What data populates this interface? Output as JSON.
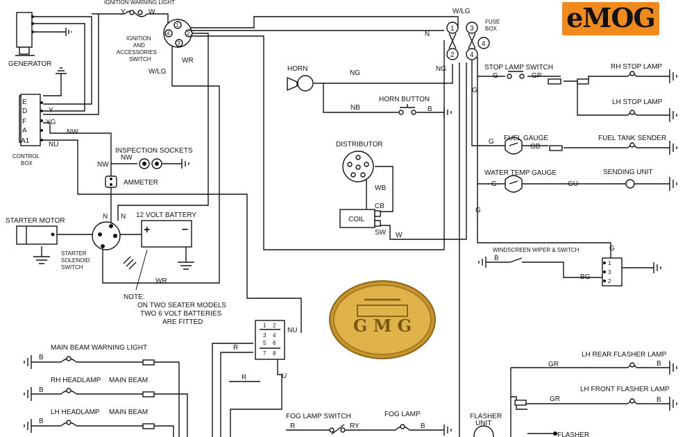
{
  "brand": {
    "text": "eMOG",
    "color": "#f08a1c"
  },
  "badge": {
    "text": "G M G",
    "color": "#d9a63a"
  },
  "components": {
    "ignition_warning_light": "IGNITION WARNING LIGHT",
    "generator": "GENERATOR",
    "ignition_switch": [
      "IGNITION",
      "AND",
      "ACCESSORIES",
      "SWITCH"
    ],
    "control_box": [
      "CONTROL",
      "BOX"
    ],
    "inspection_sockets": "INSPECTION SOCKETS",
    "ammeter": "AMMETER",
    "horn": "HORN",
    "horn_button": "HORN BUTTON",
    "distributor": "DISTRIBUTOR",
    "coil": "COIL",
    "starter_motor": "STARTER MOTOR",
    "starter_solenoid": [
      "STARTER",
      "SOLENOID",
      "SWITCH"
    ],
    "battery": "12 VOLT BATTERY",
    "note": [
      "NOTE:",
      "ON TWO SEATER MODELS",
      "TWO 6 VOLT BATTERIES",
      "ARE FITTED"
    ],
    "fuse_box": [
      "FUSE",
      "BOX"
    ],
    "stop_lamp_switch": "STOP LAMP SWITCH",
    "rh_stop_lamp": "RH STOP LAMP",
    "lh_stop_lamp": "LH STOP LAMP",
    "fuel_gauge": "FUEL GAUGE",
    "fuel_tank_sender": "FUEL TANK SENDER",
    "water_temp_gauge": "WATER TEMP GAUGE",
    "sending_unit": "SENDING UNIT",
    "wiper": "WINDSCREEN WIPER & SWITCH",
    "main_beam_warning": "MAIN BEAM WARNING LIGHT",
    "rh_headlamp": "RH HEADLAMP",
    "lh_headlamp": "LH HEADLAMP",
    "main_beam": "MAIN BEAM",
    "fog_lamp_switch": "FOG LAMP SWITCH",
    "fog_lamp": "FOG LAMP",
    "lh_rear_flasher": "LH REAR FLASHER LAMP",
    "lh_front_flasher": "LH FRONT FLASHER LAMP",
    "flasher_unit": [
      "FLASHER",
      "UNIT"
    ],
    "flasher": "FLASHER"
  },
  "control_box_terminals": [
    "E",
    "D",
    "F",
    "A",
    "A1"
  ],
  "ignition_terminals": [
    "1",
    "2",
    "3",
    "4"
  ],
  "fuse_terminals": [
    "1",
    "2",
    "3",
    "4"
  ],
  "coil_terminals": [
    "CB",
    "SW"
  ],
  "wiper_terminals": [
    "1",
    "3",
    "2"
  ],
  "switch_terminals": [
    "1",
    "2",
    "3",
    "4",
    "5",
    "6",
    "7",
    "8"
  ],
  "battery_terminals": [
    "+",
    "−"
  ],
  "wire_codes": {
    "y": "Y",
    "w": "W",
    "y2": "Y",
    "yg": "YG",
    "nw": "NW",
    "nu": "NU",
    "nw2": "NW",
    "nw3": "NW",
    "wr": "WR",
    "wlg": "W/LG",
    "wlg_top": "W/LG",
    "n_fuse": "N",
    "ng": "NG",
    "ng2": "NG",
    "nb": "NB",
    "b_horn": "B",
    "wb": "WB",
    "w_coil": "W",
    "n1": "N",
    "n2": "N",
    "wr2": "WR",
    "g_stop": "G",
    "gp": "GP",
    "g_fuse": "G",
    "g_fuel": "G",
    "gb": "GB",
    "g_water": "G",
    "gu": "GU",
    "g_main": "G",
    "g_wiper": "G",
    "b_wiper": "B",
    "bg": "BG",
    "nu2": "NU",
    "r1": "R",
    "r2": "R",
    "u": "U",
    "b1": "B",
    "b2": "B",
    "b3": "B",
    "r_fog": "R",
    "ry": "RY",
    "b_fog": "B",
    "gr1": "GR",
    "gr2": "GR",
    "b_rear": "B",
    "b_front": "B"
  }
}
